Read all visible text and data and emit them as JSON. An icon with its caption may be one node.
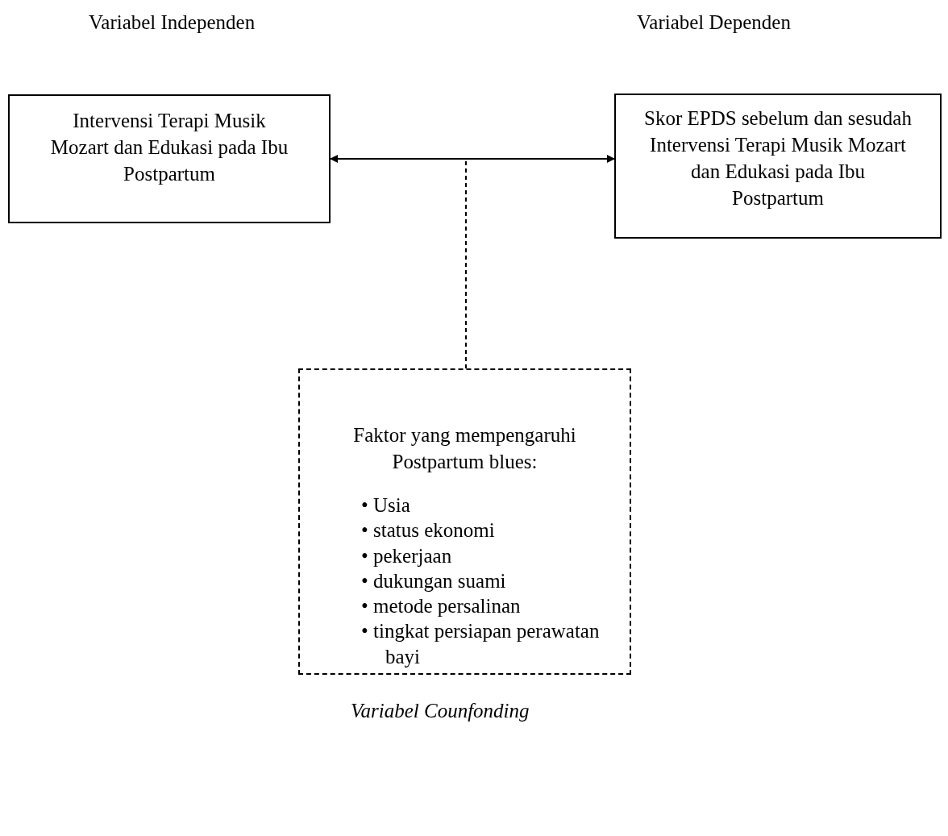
{
  "diagram": {
    "nodes": [
      {
        "text": [
          "Intervensi Terapi Musik Mozart dan Edukasi pada Ibu Postpartum"
        ]
      },
      {
        "text": [
          "Skor EPDS sebelum dan sesudah Intervensi Terapi Musik Mozart dan Edukasi pada Ibu Postpartum"
        ]
      },
      {
        "text": [
          "Faktor yang mempengaruhi Postpartum blues:",
          "• Usia",
          "• status ekonomi",
          "• pekerjaan",
          "• dukungan suami",
          "• metode persalinan",
          "• tingkat persiapan perawatan bayi"
        ]
      }
    ],
    "edges": [
      {
        "from": 0,
        "to": 1,
        "arrow": "both"
      },
      {
        "from": 2,
        "to": null,
        "arrow": "none",
        "style": "dashed"
      }
    ],
    "labels": [
      "Variabel Independen",
      "Variabel Dependen",
      "Variabel Counfonding"
    ]
  }
}
